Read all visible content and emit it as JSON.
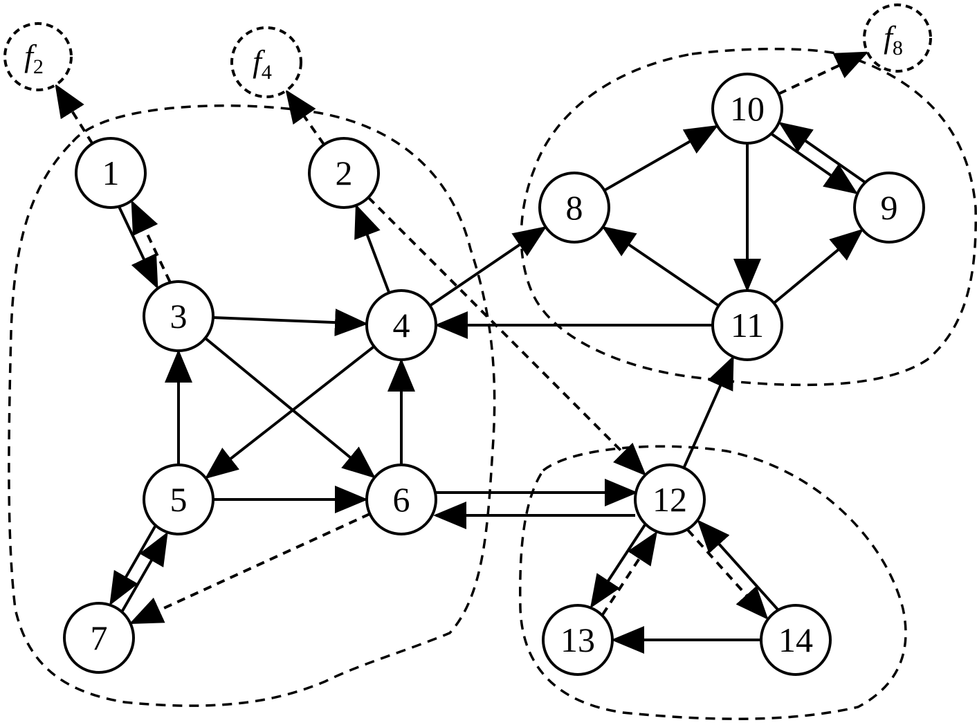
{
  "nodes": [
    {
      "id": "1",
      "label": "1"
    },
    {
      "id": "2",
      "label": "2"
    },
    {
      "id": "3",
      "label": "3"
    },
    {
      "id": "4",
      "label": "4"
    },
    {
      "id": "5",
      "label": "5"
    },
    {
      "id": "6",
      "label": "6"
    },
    {
      "id": "7",
      "label": "7"
    },
    {
      "id": "8",
      "label": "8"
    },
    {
      "id": "9",
      "label": "9"
    },
    {
      "id": "10",
      "label": "10"
    },
    {
      "id": "11",
      "label": "11"
    },
    {
      "id": "12",
      "label": "12"
    },
    {
      "id": "13",
      "label": "13"
    },
    {
      "id": "14",
      "label": "14"
    }
  ],
  "flow_nodes": [
    {
      "id": "f2",
      "label": "f",
      "sub": "2"
    },
    {
      "id": "f4",
      "label": "f",
      "sub": "4"
    },
    {
      "id": "f8",
      "label": "f",
      "sub": "8"
    }
  ],
  "edges": [
    {
      "from": "1",
      "to": "3",
      "style": "solid"
    },
    {
      "from": "3",
      "to": "1",
      "style": "dashed"
    },
    {
      "from": "3",
      "to": "4",
      "style": "solid"
    },
    {
      "from": "3",
      "to": "6",
      "style": "solid"
    },
    {
      "from": "4",
      "to": "2",
      "style": "solid"
    },
    {
      "from": "4",
      "to": "8",
      "style": "solid"
    },
    {
      "from": "4",
      "to": "5",
      "style": "solid"
    },
    {
      "from": "5",
      "to": "3",
      "style": "solid"
    },
    {
      "from": "5",
      "to": "6",
      "style": "solid"
    },
    {
      "from": "5",
      "to": "7",
      "style": "solid"
    },
    {
      "from": "7",
      "to": "5",
      "style": "solid"
    },
    {
      "from": "6",
      "to": "4",
      "style": "solid"
    },
    {
      "from": "6",
      "to": "12",
      "style": "solid"
    },
    {
      "from": "12",
      "to": "6",
      "style": "solid"
    },
    {
      "from": "6",
      "to": "7",
      "style": "dashed"
    },
    {
      "from": "2",
      "to": "12",
      "style": "dashed"
    },
    {
      "from": "8",
      "to": "10",
      "style": "solid"
    },
    {
      "from": "10",
      "to": "9",
      "style": "solid"
    },
    {
      "from": "9",
      "to": "10",
      "style": "solid"
    },
    {
      "from": "10",
      "to": "11",
      "style": "solid"
    },
    {
      "from": "11",
      "to": "8",
      "style": "solid"
    },
    {
      "from": "11",
      "to": "9",
      "style": "solid"
    },
    {
      "from": "11",
      "to": "4",
      "style": "solid"
    },
    {
      "from": "12",
      "to": "11",
      "style": "solid"
    },
    {
      "from": "12",
      "to": "13",
      "style": "solid"
    },
    {
      "from": "13",
      "to": "12",
      "style": "dashed"
    },
    {
      "from": "12",
      "to": "14",
      "style": "dashed"
    },
    {
      "from": "14",
      "to": "12",
      "style": "solid"
    },
    {
      "from": "14",
      "to": "13",
      "style": "solid"
    },
    {
      "from": "1",
      "to": "f2",
      "style": "dashed"
    },
    {
      "from": "2",
      "to": "f4",
      "style": "dashed"
    },
    {
      "from": "10",
      "to": "f8",
      "style": "dashed"
    }
  ],
  "regions": [
    {
      "id": "left",
      "members": [
        "1",
        "2",
        "3",
        "4",
        "5",
        "6",
        "7"
      ]
    },
    {
      "id": "upper-right",
      "members": [
        "8",
        "9",
        "10",
        "11"
      ]
    },
    {
      "id": "lower-right",
      "members": [
        "12",
        "13",
        "14"
      ]
    }
  ]
}
